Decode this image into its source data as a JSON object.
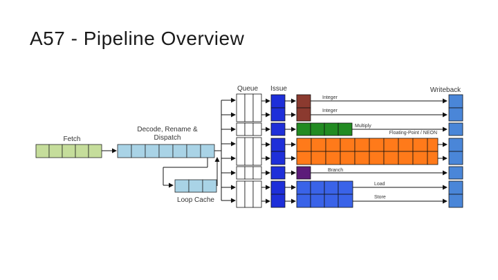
{
  "slide": {
    "title": "A57 - Pipeline Overview"
  },
  "diagram": {
    "labels": {
      "fetch": "Fetch",
      "decode": "Decode, Rename &",
      "dispatch": "Dispatch",
      "loop_cache": "Loop Cache",
      "queue": "Queue",
      "issue": "Issue",
      "writeback": "Writeback"
    },
    "units": {
      "integer1": "Integer",
      "integer2": "Integer",
      "multiply": "Multiply",
      "fp_neon": "Floating-Point / NEON",
      "branch": "Branch",
      "load": "Load",
      "store": "Store"
    },
    "colors": {
      "fetch": "#c5dd9b",
      "decode": "#a9d3e6",
      "issue": "#1e2fd9",
      "integer": "#8b3a2f",
      "multiply": "#228b22",
      "fp": "#ff7a1a",
      "branch": "#5c1b7a",
      "loadstore": "#3a63e8",
      "writeback": "#4a86d8"
    }
  }
}
